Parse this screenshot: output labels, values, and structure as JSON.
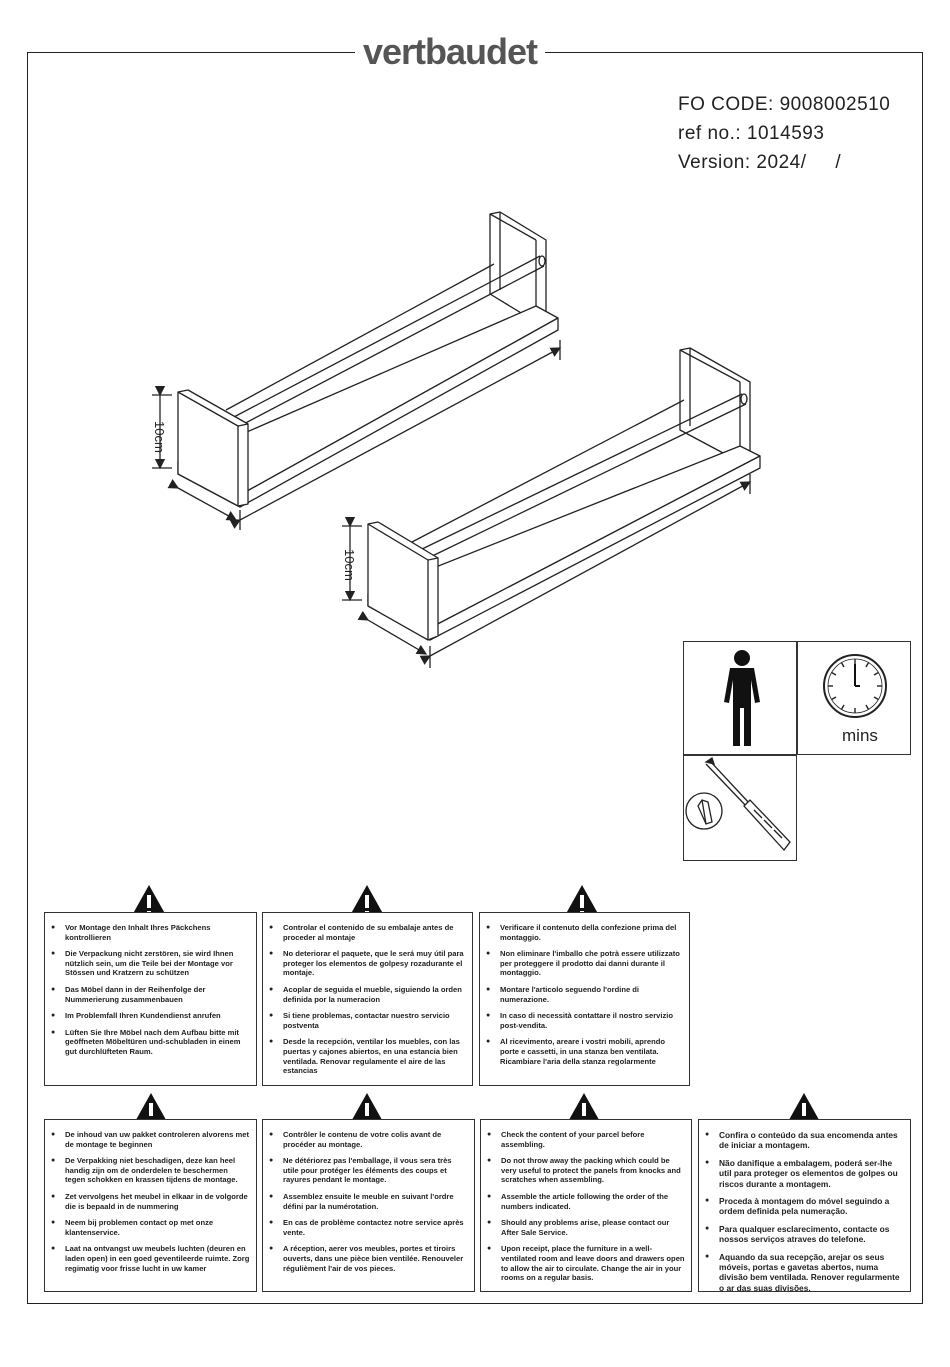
{
  "brand": {
    "name": "vertbaudet"
  },
  "header": {
    "fo_code": "FO CODE: 9008002510",
    "ref_no": "ref no.: 1014593",
    "version": "Version: 2024/     /"
  },
  "drawing": {
    "height_label_1": "10cm",
    "height_label_2": "10cm"
  },
  "icons": {
    "people_icon": "person-icon",
    "time_icon": "clock-icon",
    "time_label": "mins",
    "tool_icon": "screwdriver-icon"
  },
  "warnings": {
    "de": [
      "Vor Montage den Inhalt Ihres Päckchens kontrollieren",
      "Die Verpackung nicht zerstören, sie wird Ihnen nützlich sein, um die Teile bei der Montage vor Stössen und Kratzern zu schützen",
      "Das Möbel dann in der Reihenfolge der Nummerierung zusammenbauen",
      "Im Problemfall Ihren Kundendienst anrufen",
      "Lüften Sie Ihre Möbel nach dem Aufbau bitte mit geöffneten Möbeltüren und-schubladen in einem gut durchlüfteten Raum."
    ],
    "es": [
      "Controlar el contenido de su embalaje antes de proceder al montaje",
      "No deteriorar el paquete, que le será muy útil para proteger los elementos de golpesy rozadurante el montaje.",
      "Acoplar de seguida el mueble, siguiendo la orden definida por la numeracion",
      "Si tiene problemas, contactar nuestro servicio postventa",
      "Desde la recepción, ventilar los muebles, con las puertas y cajones abiertos, en una estancia bien ventilada. Renovar regulamente el aire de las estancias"
    ],
    "it": [
      "Verificare il contenuto della confezione prima del montaggio.",
      "Non eliminare l'imballo che potrà essere utilizzato per proteggere il prodotto dai danni durante il montaggio.",
      "Montare l'articolo seguendo l'ordine di numerazione.",
      "In caso di necessità contattare il nostro servizio post-vendita.",
      "Al ricevimento, areare i vostri mobili, aprendo porte e cassetti, in una stanza ben ventilata. Ricambiare l'aria della stanza regolarmente"
    ],
    "nl": [
      "De inhoud van uw pakket controleren alvorens met de montage te beginnen",
      "De Verpakking niet beschadigen, deze kan heel handig zijn om de onderdelen te beschermen tegen schokken en krassen tijdens de montage.",
      "Zet vervolgens het meubel in elkaar in de volgorde die is bepaald in de nummering",
      "Neem bij problemen contact op met onze klantenservice.",
      "Laat na ontvangst uw meubels luchten (deuren en laden open) in een goed geventileerde ruimte. Zorg regimatig voor frisse lucht in uw kamer"
    ],
    "fr": [
      "Contrôler le contenu de votre colis avant de procéder au montage.",
      "Ne détériorez pas l'emballage, il vous sera très utile pour protéger les éléments des coups et rayures    pendant le montage.",
      "Assemblez ensuite le meuble en suivant l'ordre défini par la numérotation.",
      "En cas de problème contactez notre service après vente.",
      "A réception, aerer vos meubles, portes et tiroirs ouverts, dans une pièce bien ventilée. Renouveler régulièment l'air de vos pieces."
    ],
    "en": [
      "Check the content of your parcel before assembling.",
      "Do not throw away the packing which could be very useful to protect the panels from knocks and scratches when assembling.",
      "Assemble the article following the order of the numbers indicated.",
      "Should any problems arise, please contact our After Sale Service.",
      "Upon receipt, place the furniture in a well-ventilated room and leave doors and drawers open to allow the air to circulate. Change the air in your rooms on a regular basis."
    ],
    "pt": [
      "Confira o conteúdo da sua encomenda antes de iniciar a montagem.",
      "Não danifique a embalagem, poderá ser-lhe util para proteger os elementos de golpes ou riscos durante a montagem.",
      "Proceda à montagem do móvel seguindo a ordem definida pela numeração.",
      "Para qualquer esclarecimento, contacte os nossos serviços atraves do telefone.",
      "Aquando da sua recepção, arejar os seus móveis, portas e gavetas abertos, numa divisão bem ventilada. Renover regularmente o ar das suas divisões."
    ]
  }
}
